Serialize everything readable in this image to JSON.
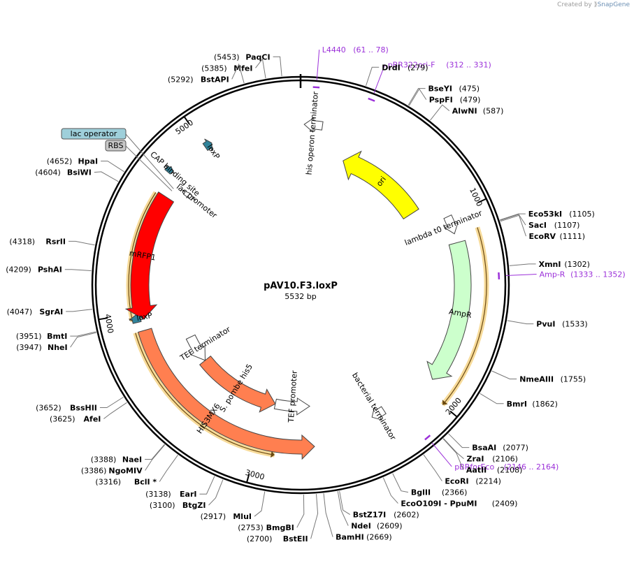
{
  "credit": {
    "prefix": "Created by",
    "brand": "SnapGene"
  },
  "plasmid": {
    "name": "pAV10.F3.loxP",
    "size_text": "5532 bp",
    "length": 5532
  },
  "colors": {
    "primer": "#9b30d9",
    "ori": "#ffff00",
    "ampR": "#ccffcc",
    "mRFP1": "#ff0000",
    "marker": "#ff7f50",
    "loxP": "#31849b",
    "orfFill": "#f6d78f",
    "orfEdge": "#d9a441"
  },
  "ruler_ticks": [
    {
      "pos": 1000,
      "label": "1000"
    },
    {
      "pos": 2000,
      "label": "2000"
    },
    {
      "pos": 3000,
      "label": "3000"
    },
    {
      "pos": 4000,
      "label": "4000"
    },
    {
      "pos": 5000,
      "label": "5000"
    }
  ],
  "sites": [
    {
      "name": "DrdI",
      "pos_text": "(279)",
      "pos": 279,
      "side": "right"
    },
    {
      "name": "BseYI",
      "pos_text": "(475)",
      "pos": 475,
      "side": "right"
    },
    {
      "name": "PspFI",
      "pos_text": "(479)",
      "pos": 479,
      "side": "right"
    },
    {
      "name": "AlwNI",
      "pos_text": "(587)",
      "pos": 587,
      "side": "right"
    },
    {
      "name": "Eco53kI",
      "pos_text": "(1105)",
      "pos": 1105,
      "side": "right"
    },
    {
      "name": "SacI",
      "pos_text": "(1107)",
      "pos": 1107,
      "side": "right"
    },
    {
      "name": "EcoRV",
      "pos_text": "(1111)",
      "pos": 1111,
      "side": "right"
    },
    {
      "name": "XmnI",
      "pos_text": "(1302)",
      "pos": 1302,
      "side": "right"
    },
    {
      "name": "PvuI",
      "pos_text": "(1533)",
      "pos": 1533,
      "side": "right"
    },
    {
      "name": "NmeAIII",
      "pos_text": "(1755)",
      "pos": 1755,
      "side": "right"
    },
    {
      "name": "BmrI",
      "pos_text": "(1862)",
      "pos": 1862,
      "side": "right"
    },
    {
      "name": "BsaAI",
      "pos_text": "(2077)",
      "pos": 2077,
      "side": "right"
    },
    {
      "name": "ZraI",
      "pos_text": "(2106)",
      "pos": 2106,
      "side": "right"
    },
    {
      "name": "AatII",
      "pos_text": "(2108)",
      "pos": 2108,
      "side": "right"
    },
    {
      "name": "EcoRI",
      "pos_text": "(2214)",
      "pos": 2214,
      "side": "right"
    },
    {
      "name": "BglII",
      "pos_text": "(2366)",
      "pos": 2366,
      "side": "right"
    },
    {
      "name": "EcoO109I  - PpuMI",
      "pos_text": "(2409)",
      "pos": 2409,
      "side": "right"
    },
    {
      "name": "BstZ17I",
      "pos_text": "(2602)",
      "pos": 2602,
      "side": "right"
    },
    {
      "name": "NdeI",
      "pos_text": "(2609)",
      "pos": 2609,
      "side": "right"
    },
    {
      "name": "BamHI",
      "pos_text": "(2669)",
      "pos": 2669,
      "side": "right"
    },
    {
      "name": "BstEII",
      "pos_text": "(2700)",
      "pos": 2700,
      "side": "left"
    },
    {
      "name": "BmgBI",
      "pos_text": "(2753)",
      "pos": 2753,
      "side": "left"
    },
    {
      "name": "MluI",
      "pos_text": "(2917)",
      "pos": 2917,
      "side": "left"
    },
    {
      "name": "BtgZI",
      "pos_text": "(3100)",
      "pos": 3100,
      "side": "left"
    },
    {
      "name": "EarI",
      "pos_text": "(3138)",
      "pos": 3138,
      "side": "left"
    },
    {
      "name": "BclI *",
      "pos_text": "(3316)",
      "pos": 3316,
      "side": "left"
    },
    {
      "name": "NgoMIV",
      "pos_text": "(3386)",
      "pos": 3386,
      "side": "left"
    },
    {
      "name": "NaeI",
      "pos_text": "(3388)",
      "pos": 3388,
      "side": "left"
    },
    {
      "name": "AfeI",
      "pos_text": "(3625)",
      "pos": 3625,
      "side": "left"
    },
    {
      "name": "BssHII",
      "pos_text": "(3652)",
      "pos": 3652,
      "side": "left"
    },
    {
      "name": "NheI",
      "pos_text": "(3947)",
      "pos": 3947,
      "side": "left"
    },
    {
      "name": "BmtI",
      "pos_text": "(3951)",
      "pos": 3951,
      "side": "left"
    },
    {
      "name": "SgrAI",
      "pos_text": "(4047)",
      "pos": 4047,
      "side": "left"
    },
    {
      "name": "PshAI",
      "pos_text": "(4209)",
      "pos": 4209,
      "side": "left"
    },
    {
      "name": "RsrII",
      "pos_text": "(4318)",
      "pos": 4318,
      "side": "left"
    },
    {
      "name": "BsiWI",
      "pos_text": "(4604)",
      "pos": 4604,
      "side": "left"
    },
    {
      "name": "HpaI",
      "pos_text": "(4652)",
      "pos": 4652,
      "side": "left"
    },
    {
      "name": "BstAPI",
      "pos_text": "(5292)",
      "pos": 5292,
      "side": "left"
    },
    {
      "name": "MfeI",
      "pos_text": "(5385)",
      "pos": 5385,
      "side": "left"
    },
    {
      "name": "PaqCI",
      "pos_text": "(5453)",
      "pos": 5453,
      "side": "left"
    }
  ],
  "primers": [
    {
      "name": "L4440",
      "range_text": "(61 .. 78)",
      "start": 61,
      "end": 78
    },
    {
      "name": "pBR322ori-F",
      "range_text": "(312 .. 331)",
      "start": 312,
      "end": 331
    },
    {
      "name": "Amp-R",
      "range_text": "(1333 .. 1352)",
      "start": 1333,
      "end": 1352
    },
    {
      "name": "pBRforEco",
      "range_text": "(2146 .. 2164)",
      "start": 2146,
      "end": 2164
    }
  ],
  "features": [
    {
      "name": "ori",
      "type": "ori",
      "start": 290,
      "end": 880,
      "strand": -1
    },
    {
      "name": "AmpR",
      "type": "gene",
      "start": 1150,
      "end": 1930,
      "strand": 1
    },
    {
      "name": "mRFP1",
      "type": "gene",
      "start": 3960,
      "end": 4660,
      "strand": -1
    },
    {
      "name": "HIS3MX6",
      "type": "marker",
      "start": 2690,
      "end": 3900,
      "strand": -1
    },
    {
      "name": "S. pombe his5",
      "type": "marker",
      "start": 2950,
      "end": 3560,
      "strand": -1
    },
    {
      "name": "TEF promoter",
      "type": "promoter",
      "start": 2700,
      "end": 2950,
      "strand": -1
    },
    {
      "name": "TEF terminator",
      "type": "terminator",
      "start": 3560,
      "end": 3760,
      "strand": -1
    },
    {
      "name": "lambda t0 terminator",
      "type": "terminator",
      "start": 1000,
      "end": 1100,
      "strand": 1
    },
    {
      "name": "bacterial terminator",
      "type": "terminator",
      "start": 2250,
      "end": 2330,
      "strand": 1
    },
    {
      "name": "his operon terminator",
      "type": "terminator",
      "start": 20,
      "end": 120,
      "strand": -1
    },
    {
      "name": "loxP",
      "type": "loxP",
      "start": 3950,
      "end": 3990,
      "strand": 1
    },
    {
      "name": "loxP",
      "type": "loxP",
      "start": 5000,
      "end": 5040,
      "strand": 1
    },
    {
      "name": "lac promoter",
      "type": "promoter",
      "start": 4730,
      "end": 4760,
      "strand": 1
    },
    {
      "name": "CAP binding site",
      "type": "binding",
      "start": 4770,
      "end": 4800,
      "strand": 1
    }
  ],
  "orfs": [
    {
      "start": 1105,
      "end": 2000,
      "strand": 1
    },
    {
      "start": 2900,
      "end": 3900,
      "strand": -1
    },
    {
      "start": 3960,
      "end": 4650,
      "strand": -1
    }
  ],
  "boxed_labels": [
    {
      "name": "lac operator",
      "pos": 4720
    },
    {
      "name": "RBS",
      "pos": 4705
    }
  ]
}
